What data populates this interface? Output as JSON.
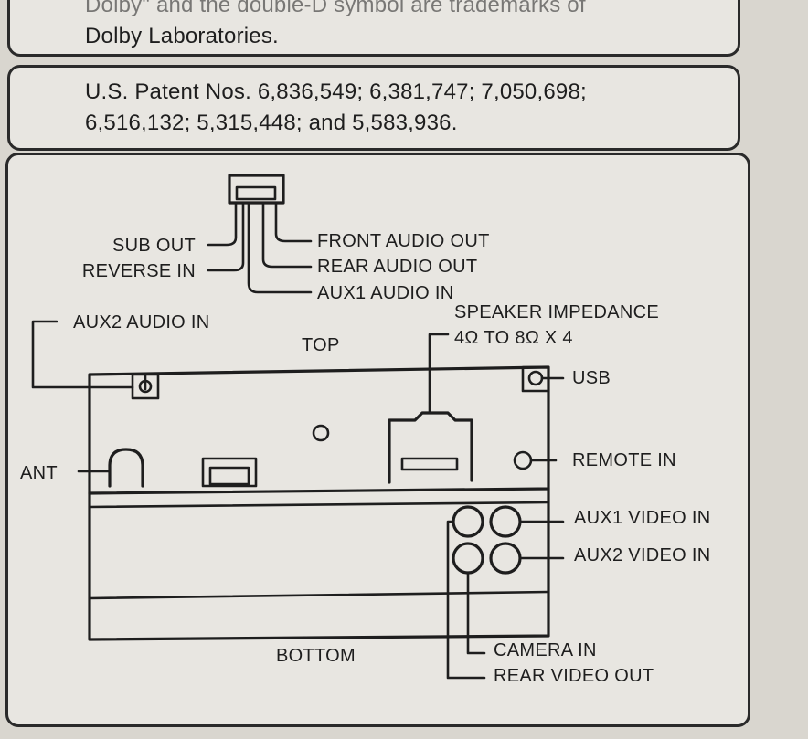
{
  "notice_dolby": {
    "line1": "Dolby\" and the double-D symbol are trademarks of",
    "line2": "Dolby Laboratories."
  },
  "notice_patent": {
    "line1": "U.S. Patent Nos. 6,836,549; 6,381,747; 7,050,698;",
    "line2": "6,516,132; 5,315,448; and 5,583,936."
  },
  "diagram": {
    "labels": {
      "sub_out": "SUB OUT",
      "reverse_in": "REVERSE IN",
      "front_audio_out": "FRONT AUDIO OUT",
      "rear_audio_out": "REAR AUDIO OUT",
      "aux1_audio_in": "AUX1 AUDIO IN",
      "aux2_audio_in": "AUX2 AUDIO IN",
      "top": "TOP",
      "speaker_impedance_1": "SPEAKER IMPEDANCE",
      "speaker_impedance_2": "4Ω TO 8Ω X 4",
      "usb": "USB",
      "ant": "ANT",
      "remote_in": "REMOTE IN",
      "aux1_video_in": "AUX1 VIDEO IN",
      "aux2_video_in": "AUX2 VIDEO IN",
      "bottom": "BOTTOM",
      "camera_in": "CAMERA IN",
      "rear_video_out": "REAR VIDEO OUT"
    }
  }
}
